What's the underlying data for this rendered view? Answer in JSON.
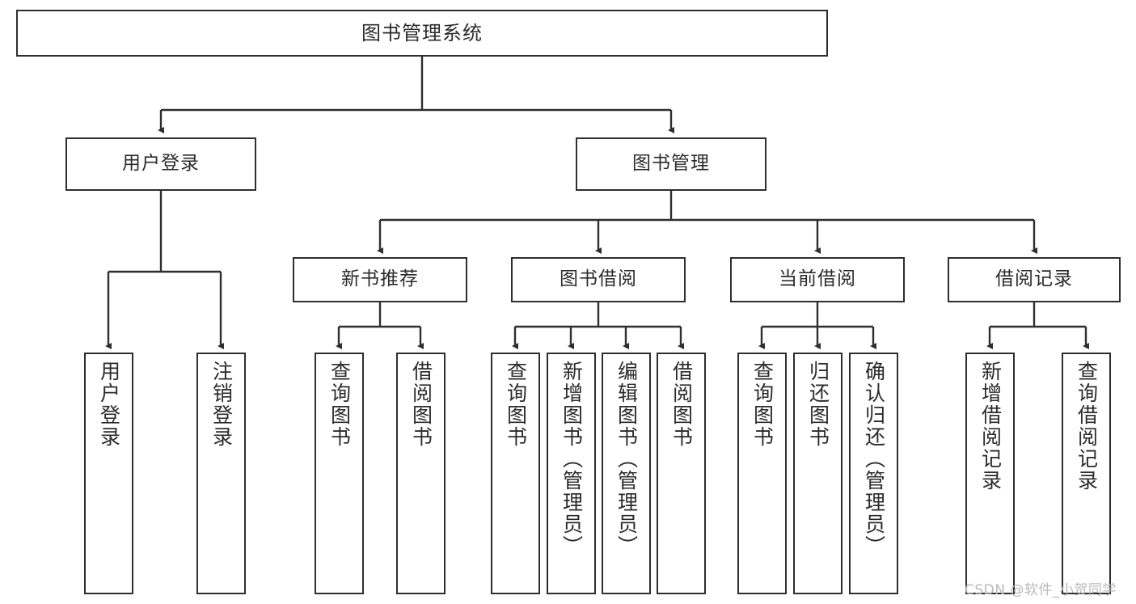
{
  "diagram": {
    "title_box": {
      "label": "图书管理系统"
    },
    "level1": [
      {
        "id": "user-login",
        "label": "用户登录"
      },
      {
        "id": "book-management",
        "label": "图书管理"
      }
    ],
    "level2": [
      {
        "id": "new-book-recommend",
        "label": "新书推荐"
      },
      {
        "id": "book-borrow",
        "label": "图书借阅"
      },
      {
        "id": "current-borrow",
        "label": "当前借阅"
      },
      {
        "id": "borrow-record",
        "label": "借阅记录"
      }
    ],
    "leaves": {
      "user_login": [
        {
          "id": "leaf-user-login",
          "label": "用户登录"
        },
        {
          "id": "leaf-logout-login",
          "label": "注销登录"
        }
      ],
      "new_book_recommend": [
        {
          "id": "leaf-query-book-1",
          "label": "查询图书"
        },
        {
          "id": "leaf-borrow-book-1",
          "label": "借阅图书"
        }
      ],
      "book_borrow": [
        {
          "id": "leaf-query-book-2",
          "label": "查询图书"
        },
        {
          "id": "leaf-add-book",
          "label": "新增图书（管理员）"
        },
        {
          "id": "leaf-edit-book",
          "label": "编辑图书（管理员）"
        },
        {
          "id": "leaf-borrow-book-2",
          "label": "借阅图书"
        }
      ],
      "current_borrow": [
        {
          "id": "leaf-query-book-3",
          "label": "查询图书"
        },
        {
          "id": "leaf-return-book",
          "label": "归还图书"
        },
        {
          "id": "leaf-confirm-return",
          "label": "确认归还（管理员）"
        }
      ],
      "borrow_record": [
        {
          "id": "leaf-add-record",
          "label": "新增借阅记录"
        },
        {
          "id": "leaf-query-record",
          "label": "查询借阅记录"
        }
      ]
    }
  },
  "watermark": {
    "text": "CSDN @软件_小贺同学"
  },
  "colors": {
    "stroke": "#2e2e2e",
    "background": "#ffffff",
    "text": "#2b2b2b",
    "watermark": "#b9b9b9"
  }
}
